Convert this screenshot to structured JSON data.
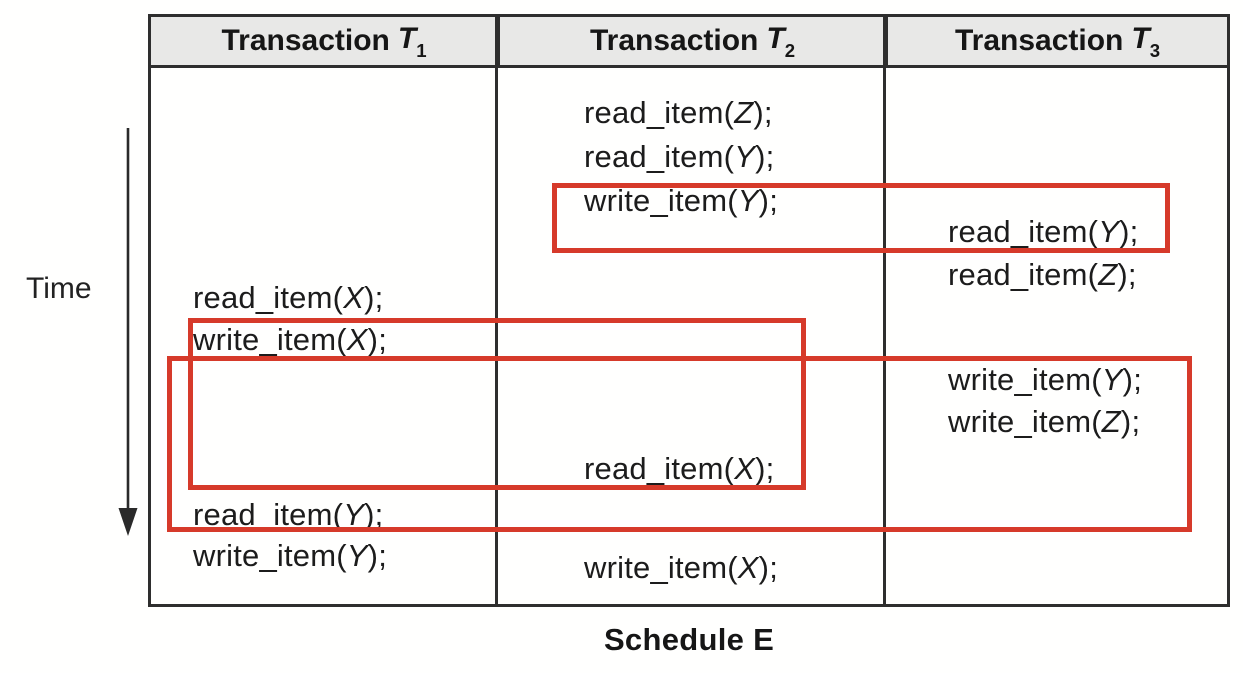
{
  "diagram": {
    "caption": "Schedule E",
    "time_label": "Time"
  },
  "table": {
    "headers": [
      {
        "prefix": "Transaction",
        "symbol": "T",
        "sub": "1"
      },
      {
        "prefix": "Transaction",
        "symbol": "T",
        "sub": "2"
      },
      {
        "prefix": "Transaction",
        "symbol": "T",
        "sub": "3"
      }
    ]
  },
  "operations": {
    "t1": [
      {
        "pre": "read_item(",
        "arg": "X",
        "post": ");"
      },
      {
        "pre": "write_item(",
        "arg": "X",
        "post": ");"
      },
      {
        "pre": "read_item(",
        "arg": "Y",
        "post": ");"
      },
      {
        "pre": "write_item(",
        "arg": "Y",
        "post": ");"
      }
    ],
    "t2": [
      {
        "pre": "read_item(",
        "arg": "Z",
        "post": ");"
      },
      {
        "pre": "read_item(",
        "arg": "Y",
        "post": ");"
      },
      {
        "pre": "write_item(",
        "arg": "Y",
        "post": ");"
      },
      {
        "pre": "read_item(",
        "arg": "X",
        "post": ");"
      },
      {
        "pre": "write_item(",
        "arg": "X",
        "post": ");"
      }
    ],
    "t3": [
      {
        "pre": "read_item(",
        "arg": "Y",
        "post": ");"
      },
      {
        "pre": "read_item(",
        "arg": "Z",
        "post": ");"
      },
      {
        "pre": "write_item(",
        "arg": "Y",
        "post": ");"
      },
      {
        "pre": "write_item(",
        "arg": "Z",
        "post": ");"
      }
    ]
  },
  "colors": {
    "highlight": "#d63a2a",
    "header_bg": "#e8e8e7",
    "grid": "#2e2e2e",
    "text": "#1c1c1c"
  }
}
